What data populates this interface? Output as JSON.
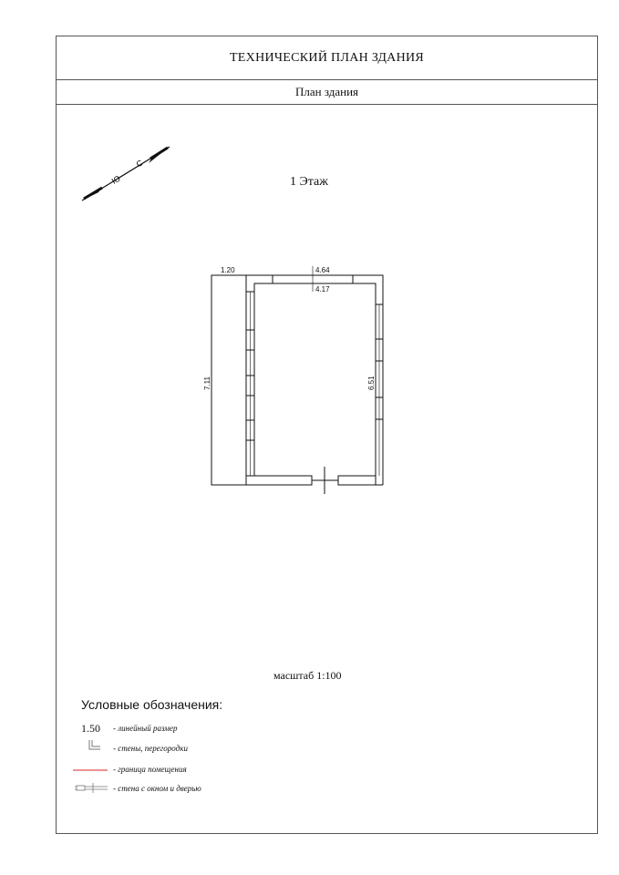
{
  "header": {
    "title": "ТЕХНИЧЕСКИЙ ПЛАН ЗДАНИЯ",
    "subtitle": "План здания"
  },
  "floor": {
    "label": "1 Этаж"
  },
  "compass": {
    "north": "С",
    "south": "Ю"
  },
  "dimensions": {
    "top_outer": "4.64",
    "top_inner": "4.17",
    "left_width": "1.20",
    "left_height": "7.11",
    "right_height": "6.51"
  },
  "scale": "масштаб 1:100",
  "legend": {
    "title": "Условные обозначения:",
    "sample_number": "1.50",
    "items": [
      "- линейный размер",
      "- стены, перегородки",
      "- граница  помещения",
      "- стена с окном и дверью"
    ]
  },
  "colors": {
    "room_boundary": "#e05050",
    "line": "#111111"
  }
}
